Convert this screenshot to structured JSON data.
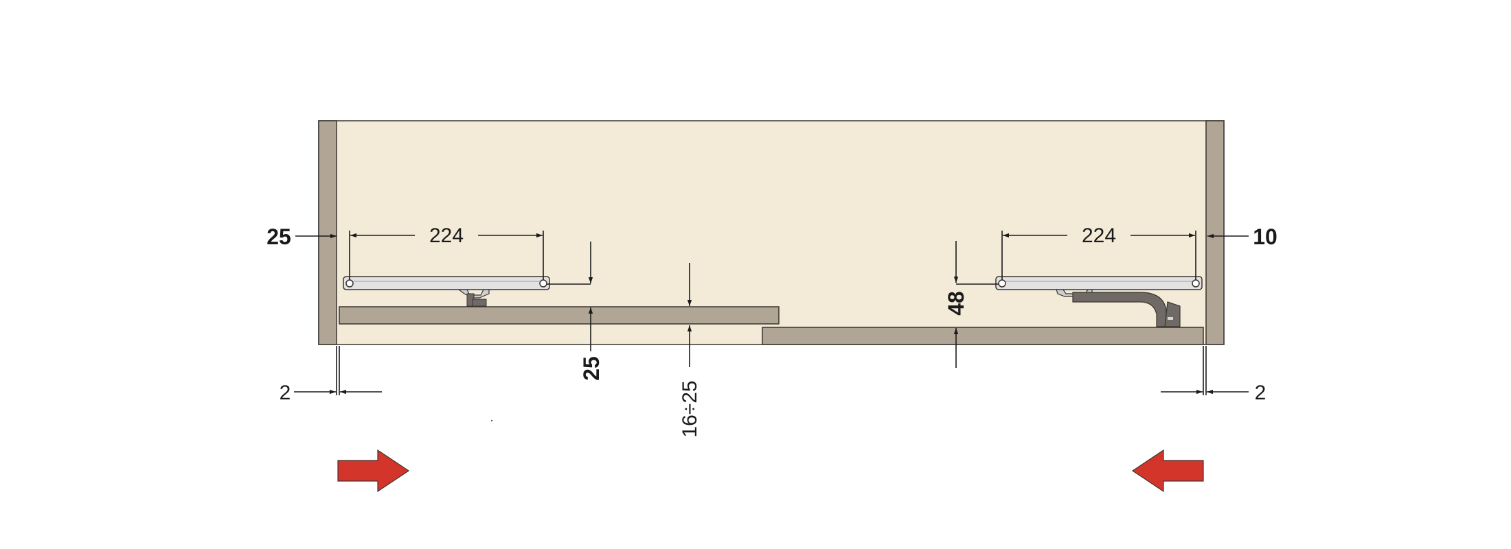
{
  "diagram": {
    "colors": {
      "cabinet_interior": "#f3ead8",
      "side_panel": "#b1a595",
      "door_panel": "#b1a595",
      "outline": "#3a3530",
      "fitting_body": "#e2e2e2",
      "fitting_arm": "#6f6a66",
      "arrow_fill": "#d3352b",
      "dimension_line": "#1a1a1a"
    },
    "dimensions": {
      "left_side_thickness": "25",
      "right_side_thickness": "10",
      "left_fitting_length": "224",
      "right_fitting_length": "224",
      "left_reveal": "2",
      "right_reveal": "2",
      "door_thickness": "25",
      "door_offset_range": "16÷25",
      "right_fitting_height": "48"
    },
    "arrows": [
      {
        "direction": "right",
        "icon": "arrow-right-icon"
      },
      {
        "direction": "left",
        "icon": "arrow-left-icon"
      }
    ]
  }
}
